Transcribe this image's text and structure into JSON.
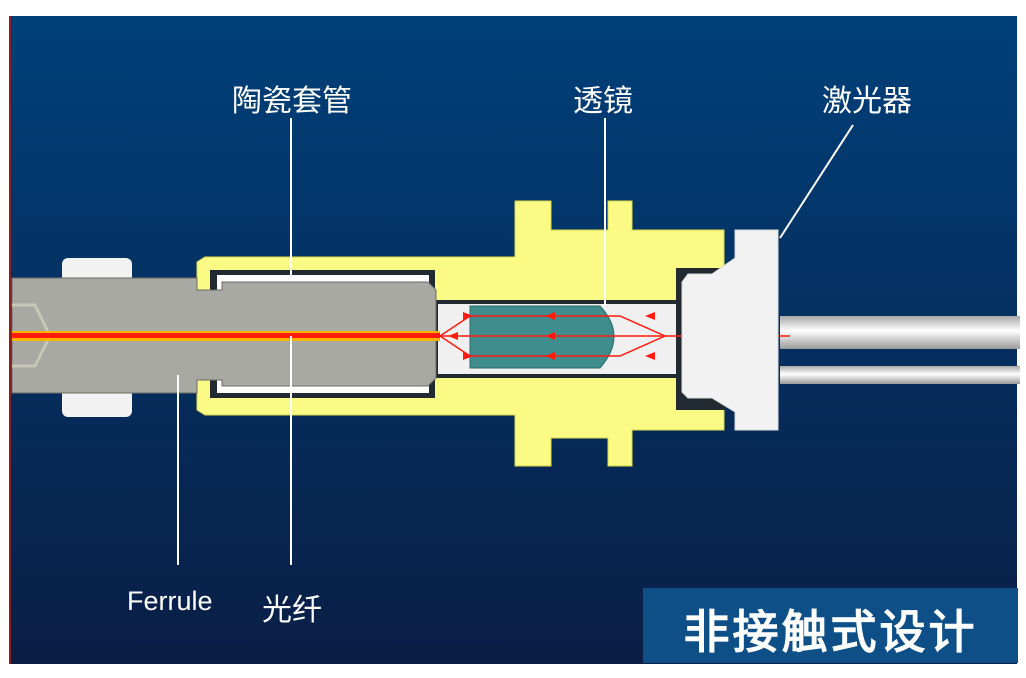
{
  "labels": {
    "ceramic_sleeve": "陶瓷套管",
    "lens": "透镜",
    "laser": "激光器",
    "ferrule": "Ferrule",
    "fiber": "光纤"
  },
  "badge": "非接触式设计",
  "colors": {
    "background_top": "#00407a",
    "background_bottom": "#0a1e45",
    "housing": "#fafa84",
    "ferrule": "#a9a9a4",
    "lens": "#3f8d8c",
    "laser": "#f2f2f2",
    "beam": "#ff1a0f",
    "badge": "#0d4f86"
  }
}
